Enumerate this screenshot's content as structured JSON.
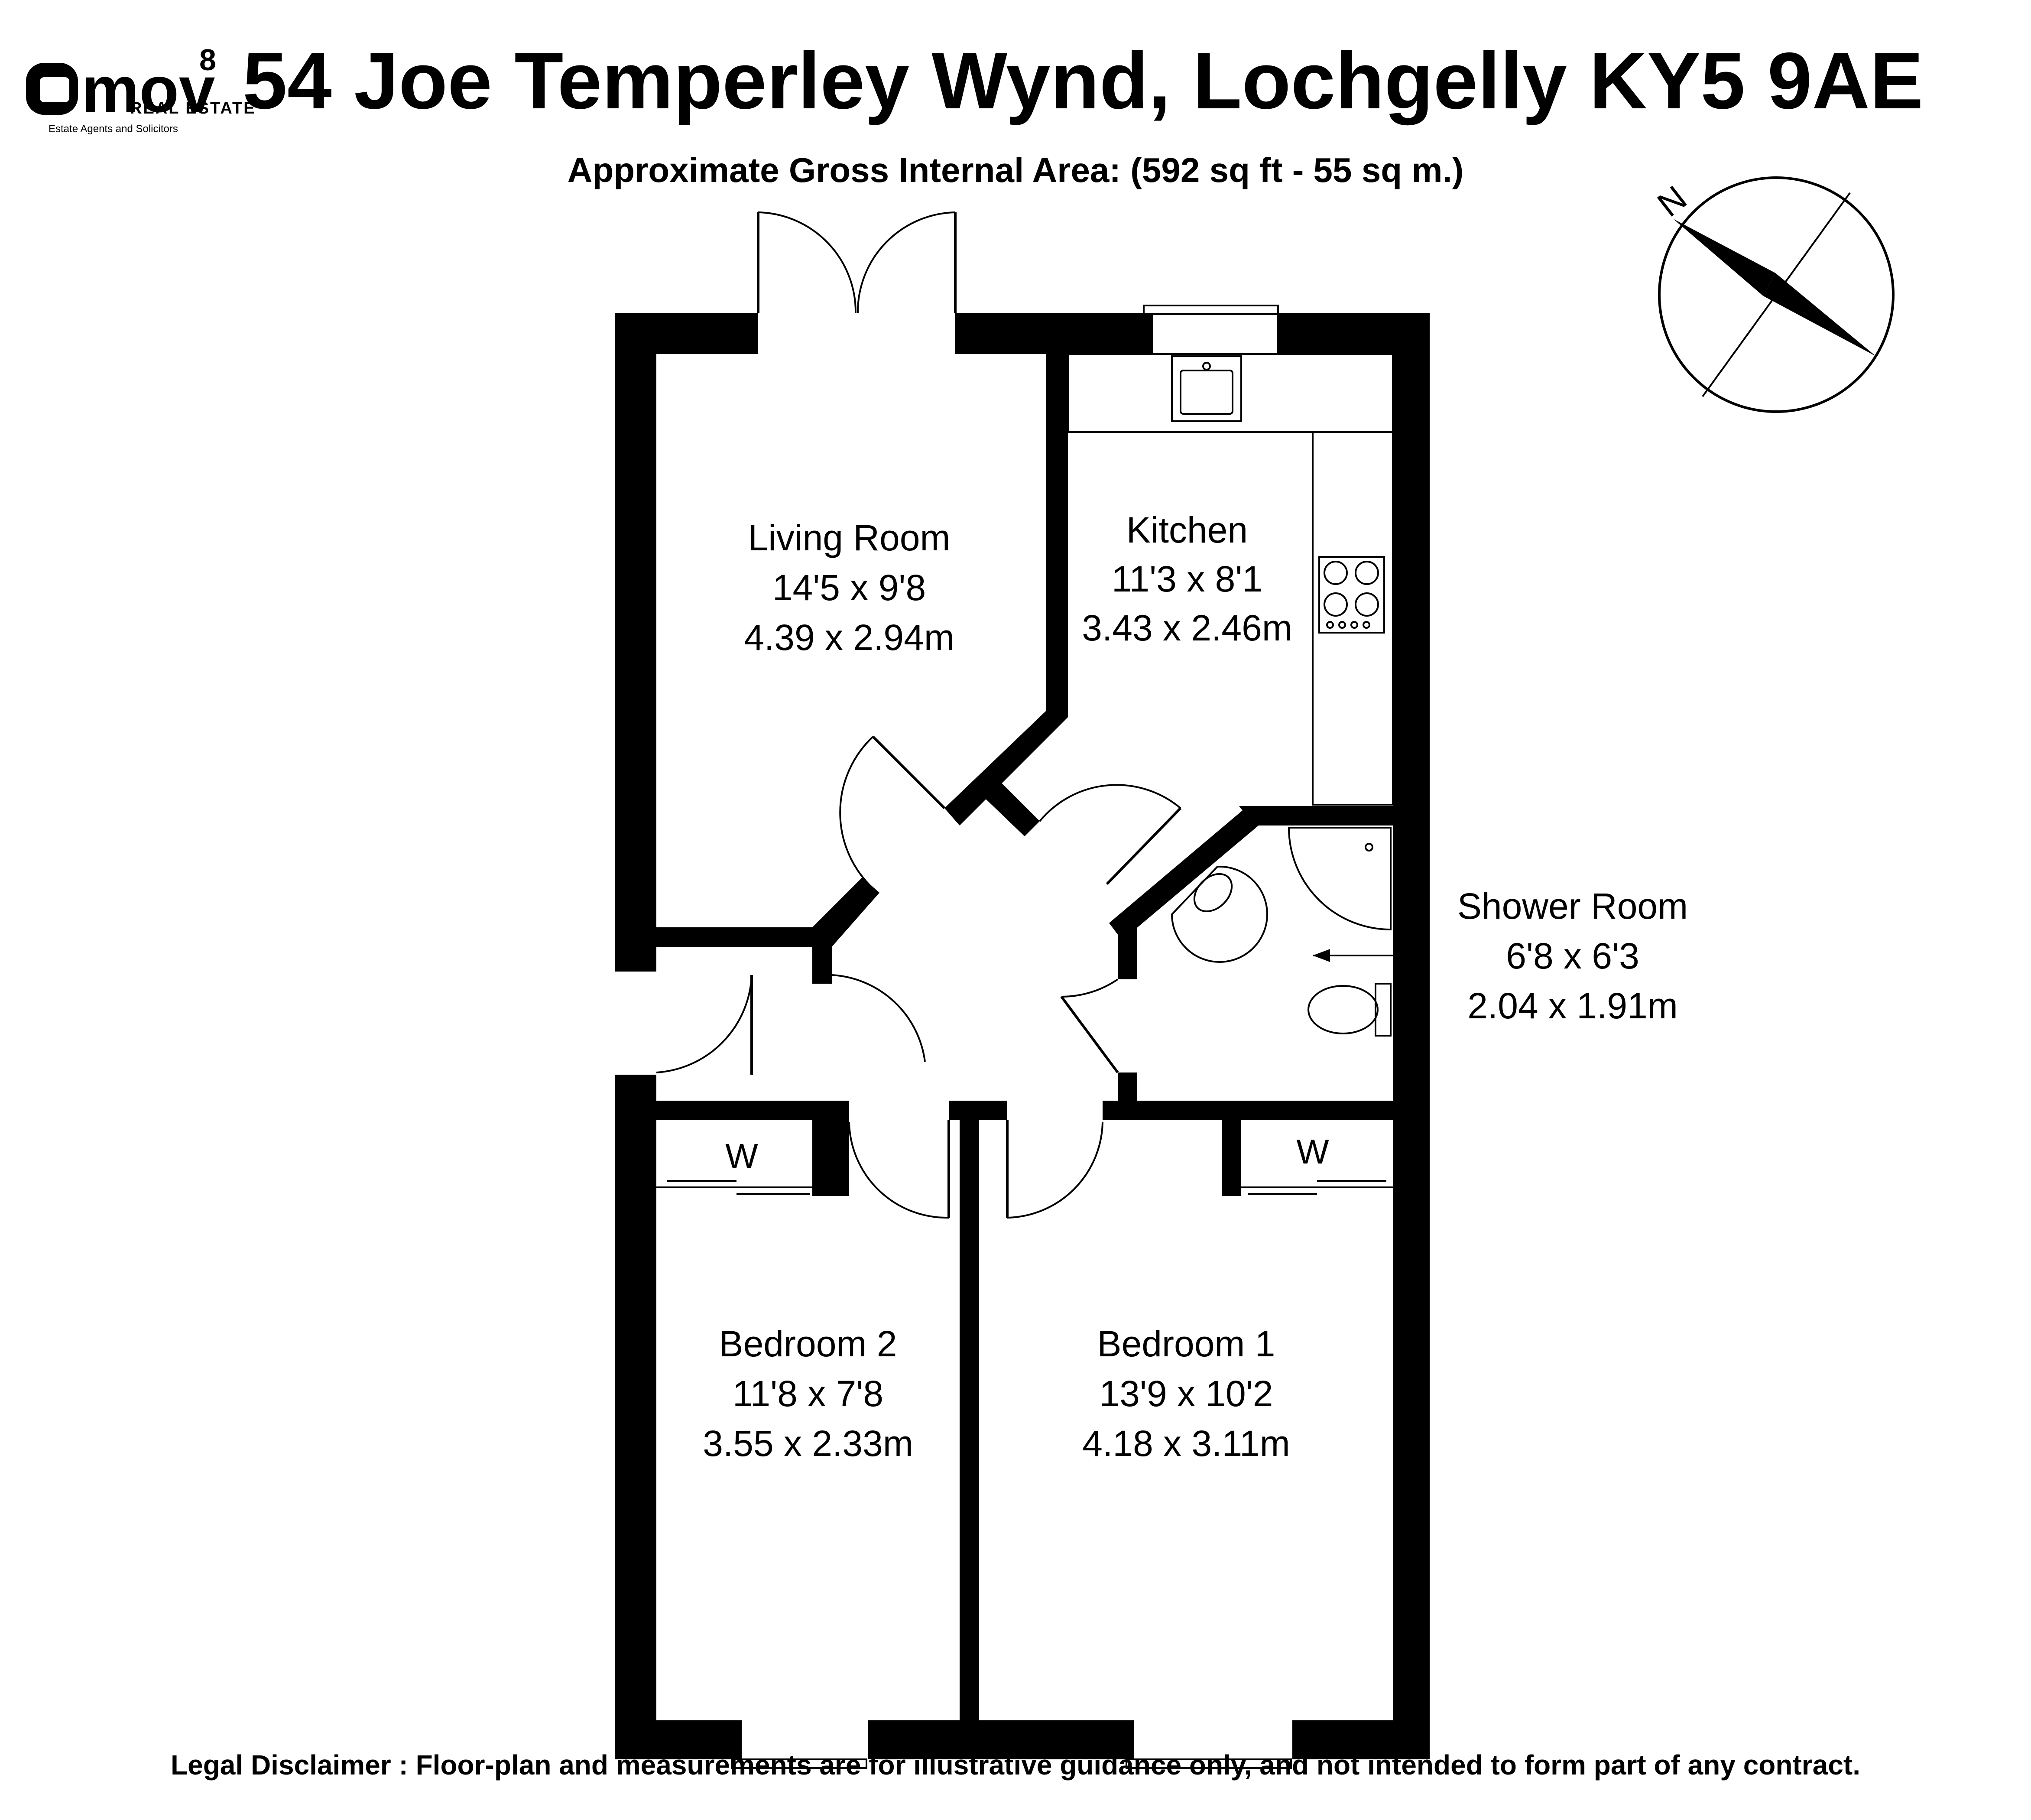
{
  "brand": {
    "name": "mov",
    "superscript": "8",
    "line2": "REAL ESTATE",
    "tagline": "Estate Agents and Solicitors"
  },
  "title": "54 Joe Temperley Wynd, Lochgelly KY5 9AE",
  "subtitle": "Approximate Gross Internal Area: (592 sq ft - 55 sq m.)",
  "compass": {
    "label": "N",
    "icon": "compass-icon"
  },
  "rooms": [
    {
      "id": "living-room",
      "name": "Living Room",
      "imperial": "14'5 x 9'8",
      "metric": "4.39 x 2.94m"
    },
    {
      "id": "kitchen",
      "name": "Kitchen",
      "imperial": "11'3 x 8'1",
      "metric": "3.43 x 2.46m"
    },
    {
      "id": "shower-room",
      "name": "Shower Room",
      "imperial": "6'8 x 6'3",
      "metric": "2.04 x 1.91m"
    },
    {
      "id": "bedroom-2",
      "name": "Bedroom 2",
      "imperial": "11'8 x 7'8",
      "metric": "3.55 x 2.33m"
    },
    {
      "id": "bedroom-1",
      "name": "Bedroom 1",
      "imperial": "13'9 x 10'2",
      "metric": "4.18 x 3.11m"
    }
  ],
  "wardrobes": [
    "W",
    "W"
  ],
  "disclaimer": "Legal Disclaimer : Floor-plan and measurements are for illustrative guidance only, and not intended to form part of any contract."
}
